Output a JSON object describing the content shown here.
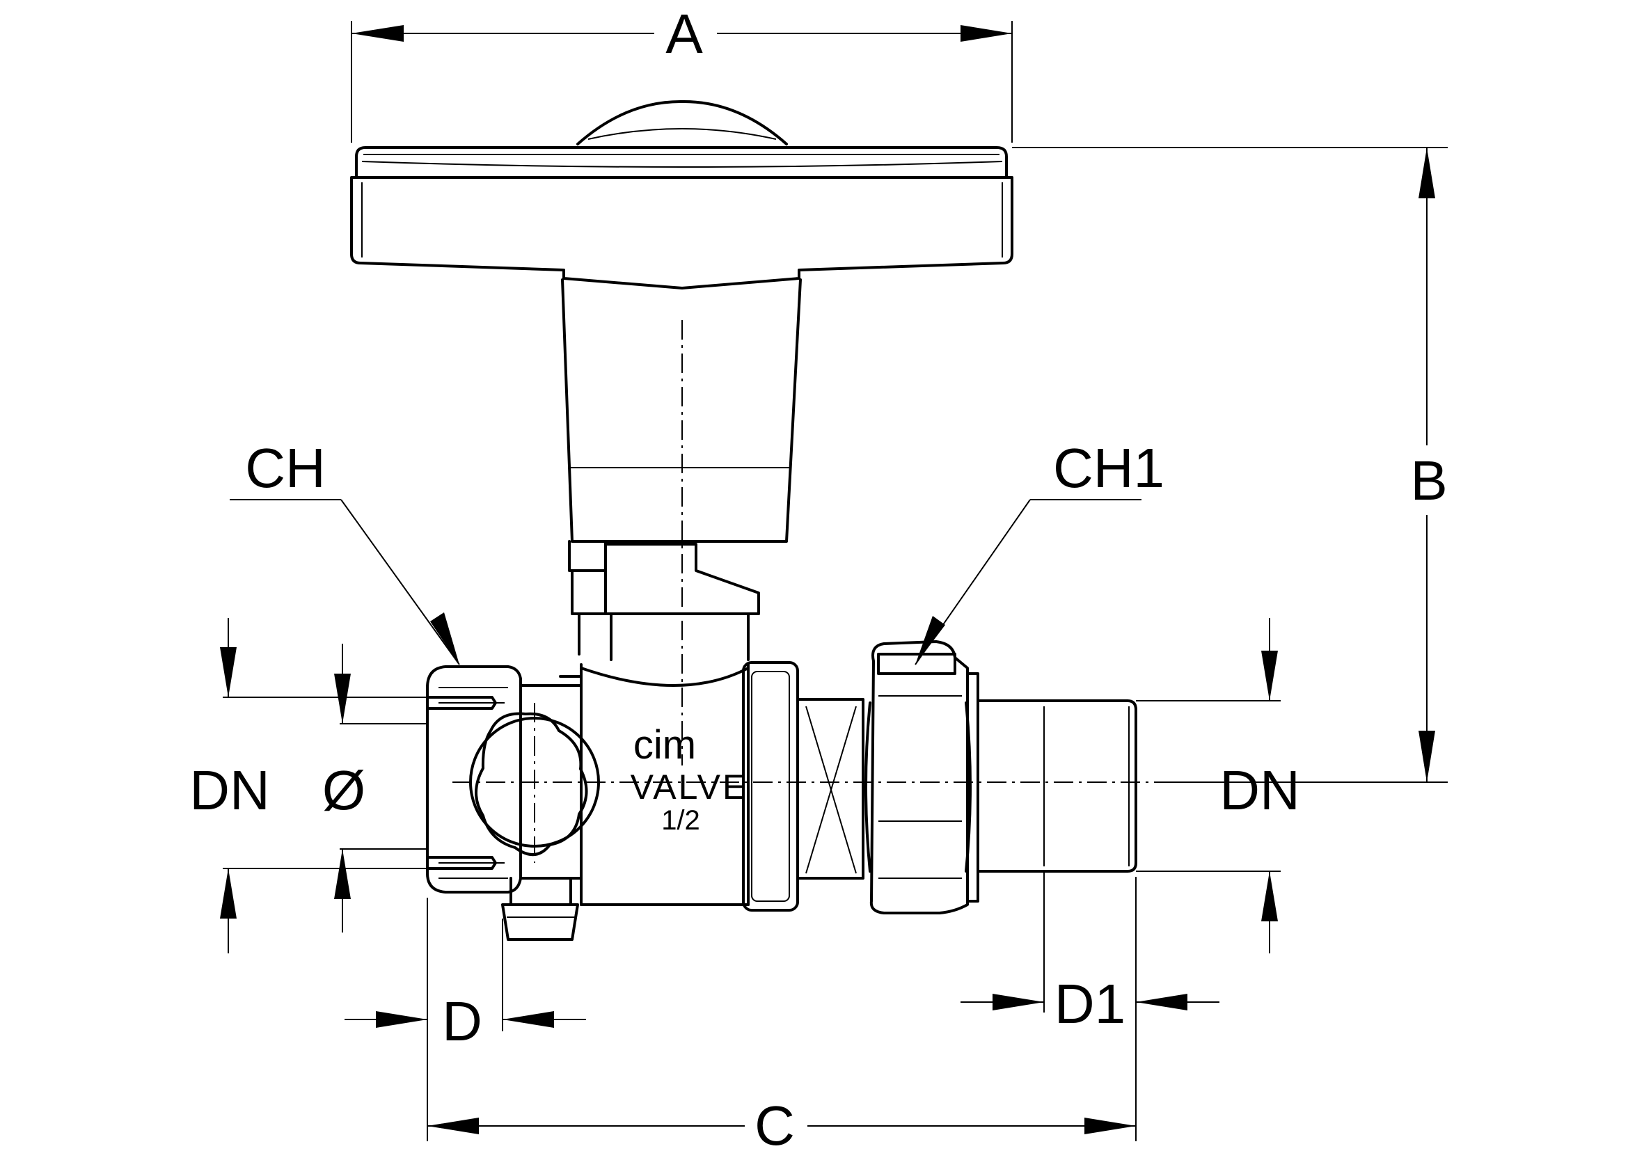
{
  "dimensions": {
    "A": "A",
    "B": "B",
    "C": "C",
    "D": "D",
    "D1": "D1",
    "CH": "CH",
    "CH1": "CH1",
    "DN_left": "DN",
    "DN_right": "DN",
    "diameter": "Ø"
  },
  "body_marking": {
    "brand": "cim",
    "model": "VALVE",
    "size": "1/2"
  }
}
